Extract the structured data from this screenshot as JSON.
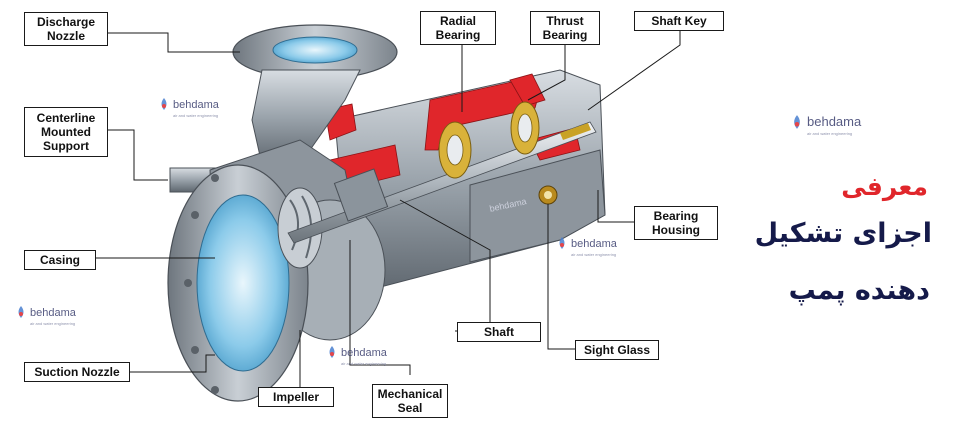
{
  "labels": {
    "discharge_nozzle": "Discharge\nNozzle",
    "centerline_support": "Centerline\nMounted\nSupport",
    "casing": "Casing",
    "suction_nozzle": "Suction Nozzle",
    "impeller": "Impeller",
    "mechanical_seal": "Mechanical\nSeal",
    "shaft": "Shaft",
    "sight_glass": "Sight Glass",
    "radial_bearing": "Radial\nBearing",
    "thrust_bearing": "Thrust\nBearing",
    "shaft_key": "Shaft Key",
    "bearing_housing": "Bearing\nHousing"
  },
  "watermark": {
    "brand": "behdama",
    "tagline": "air and water engineering"
  },
  "title_fa": {
    "line1": "معرفی",
    "line2": "اجزای تشکیل",
    "line3": "دهنده پمپ"
  },
  "colors": {
    "accent_red": "#e0262b",
    "navy": "#151a4a",
    "steel": "#9aa3ab",
    "water_blue": "#5bb3de",
    "brass": "#d9b23a"
  }
}
